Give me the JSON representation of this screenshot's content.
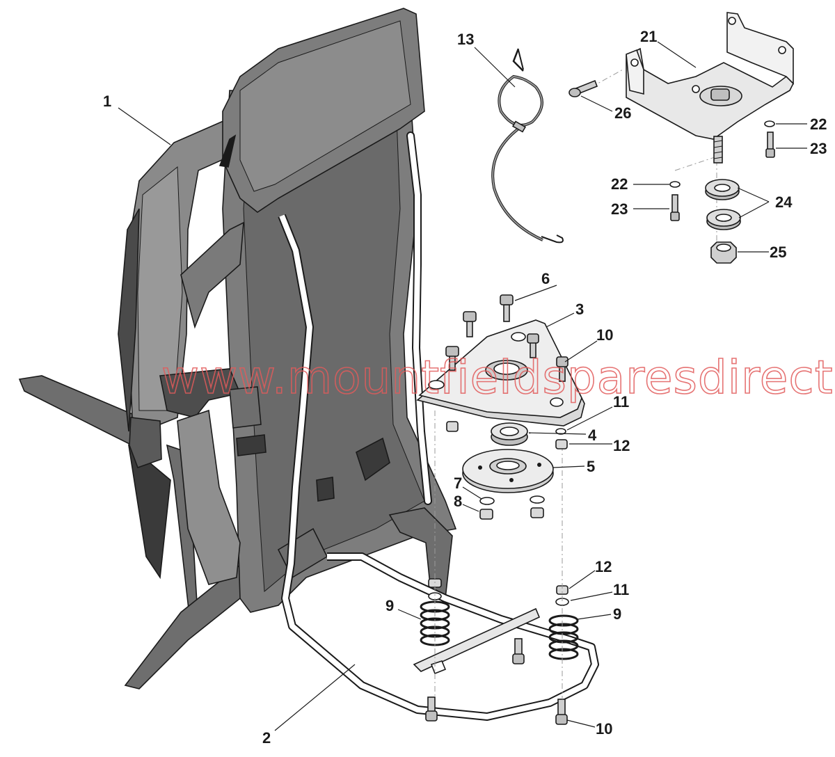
{
  "watermark": "www.mountfieldsparesdirect",
  "callouts": {
    "p1": "1",
    "p2": "2",
    "p3": "3",
    "p4": "4",
    "p5": "5",
    "p6": "6",
    "p7": "7",
    "p8": "8",
    "p9a": "9",
    "p9b": "9",
    "p10a": "10",
    "p10b": "10",
    "p11a": "11",
    "p11b": "11",
    "p12a": "12",
    "p12b": "12",
    "p13": "13",
    "p21": "21",
    "p22a": "22",
    "p22b": "22",
    "p23a": "23",
    "p23b": "23",
    "p24": "24",
    "p25": "25",
    "p26": "26"
  },
  "colors": {
    "strap_dark": "#3a3a3a",
    "strap_mid": "#6e6e6e",
    "pad_mid": "#7d7d7d",
    "pad_light": "#9a9a9a",
    "frame": "#ffffff",
    "metal": "#d9d9d9",
    "watermark": "#e25b5b"
  }
}
